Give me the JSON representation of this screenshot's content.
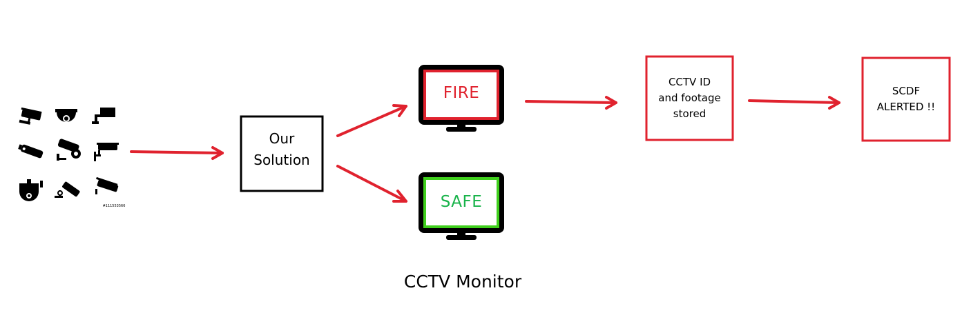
{
  "colors": {
    "arrow": "#e0222e",
    "box_border_black": "#000000",
    "box_border_red": "#e0222e",
    "fire_screen_border": "#e0222e",
    "fire_text": "#e0222e",
    "safe_screen_border": "#3fcf1c",
    "safe_text": "#18b34a",
    "monitor_body": "#000000"
  },
  "cameras": {
    "icons": [
      "cctv-camera-icon",
      "dome-camera-icon",
      "bracket-camera-icon",
      "bullet-camera-icon",
      "box-camera-icon",
      "wall-camera-icon",
      "ptz-camera-icon",
      "angled-camera-icon",
      "corner-camera-icon"
    ],
    "stock_id": "#111553566"
  },
  "solution": {
    "label_line1": "Our",
    "label_line2": "Solution"
  },
  "monitors": {
    "fire_label": "FIRE",
    "safe_label": "SAFE",
    "caption": "CCTV Monitor"
  },
  "storage": {
    "line1": "CCTV ID",
    "line2": "and footage",
    "line3": "stored"
  },
  "alert": {
    "line1": "SCDF",
    "line2": "ALERTED !!"
  }
}
